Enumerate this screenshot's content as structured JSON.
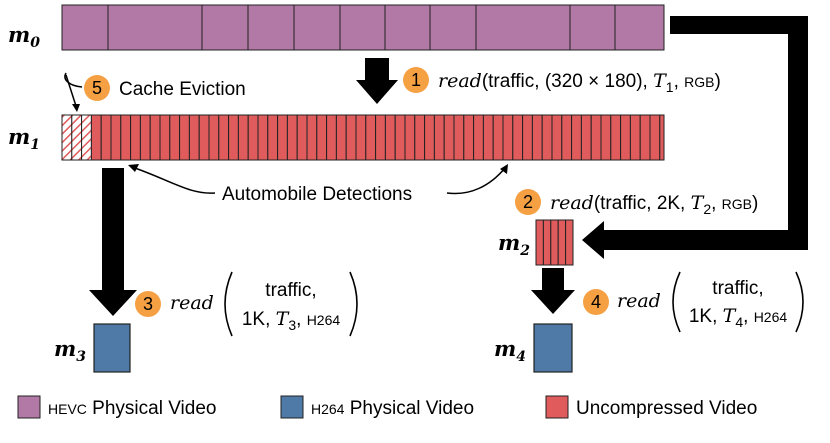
{
  "colors": {
    "hevc": "#b279a7",
    "h264": "#4f7aa8",
    "uncompressed": "#e05c5c",
    "badge": "#f5a043",
    "stroke": "#222222"
  },
  "memory_labels": {
    "m0": {
      "base": "m",
      "sub": "0"
    },
    "m1": {
      "base": "m",
      "sub": "1"
    },
    "m2": {
      "base": "m",
      "sub": "2"
    },
    "m3": {
      "base": "m",
      "sub": "3"
    },
    "m4": {
      "base": "m",
      "sub": "4"
    }
  },
  "steps": [
    {
      "num": "1",
      "fn": "read",
      "args_text": "traffic, (320 × 180), ",
      "t": "T",
      "t_sub": "1",
      "fmt": "RGB"
    },
    {
      "num": "2",
      "fn": "read",
      "args_text": "traffic, 2K, ",
      "t": "T",
      "t_sub": "2",
      "fmt": "RGB"
    },
    {
      "num": "3",
      "fn": "read",
      "line1": "traffic,",
      "line2_a": "1K, ",
      "t": "T",
      "t_sub": "3",
      "fmt": "H264"
    },
    {
      "num": "4",
      "fn": "read",
      "line1": "traffic,",
      "line2_a": "1K, ",
      "t": "T",
      "t_sub": "4",
      "fmt": "H264"
    },
    {
      "num": "5",
      "label": "Cache Eviction"
    }
  ],
  "annotation": "Automobile Detections",
  "legend": [
    {
      "label_sc": "HEVC",
      "label": " Physical Video"
    },
    {
      "label_sc": "H264",
      "label": " Physical Video"
    },
    {
      "label_sc": "",
      "label": "Uncompressed Video"
    }
  ],
  "glyphs": {
    "comma": ",",
    "open_paren": "(",
    "close_paren": ")"
  }
}
